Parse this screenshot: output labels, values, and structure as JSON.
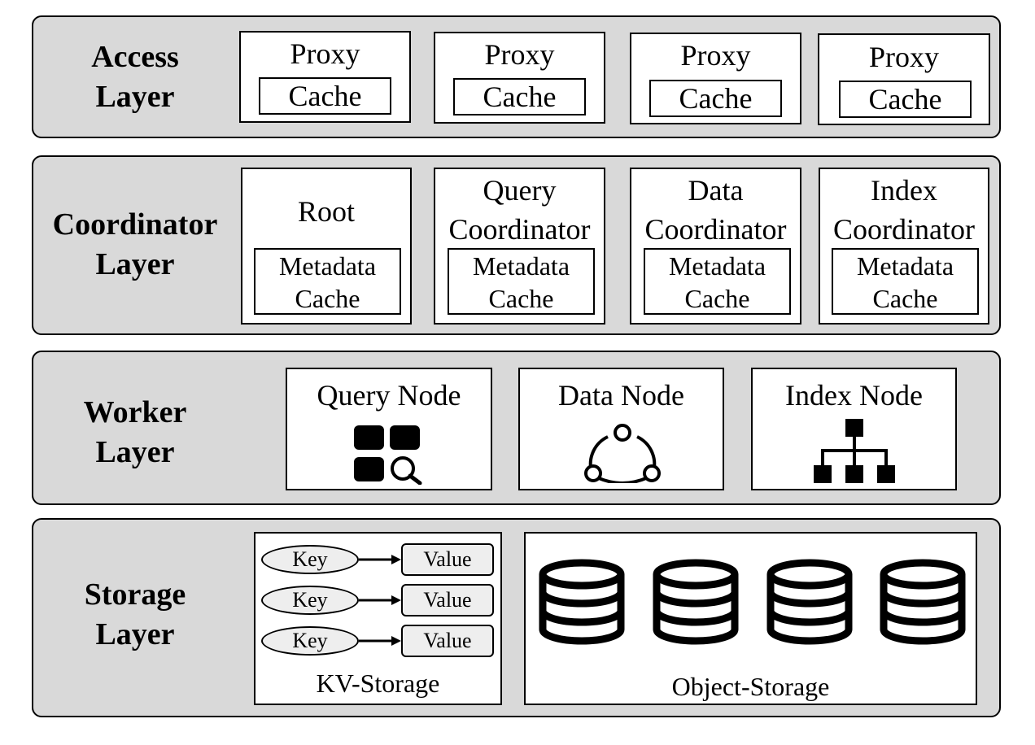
{
  "access_layer": {
    "title_lines": [
      "Access",
      "Layer"
    ],
    "proxies": [
      {
        "label": "Proxy",
        "cache": "Cache"
      },
      {
        "label": "Proxy",
        "cache": "Cache"
      },
      {
        "label": "Proxy",
        "cache": "Cache"
      },
      {
        "label": "Proxy",
        "cache": "Cache"
      }
    ]
  },
  "coordinator_layer": {
    "title_lines": [
      "Coordinator",
      "Layer"
    ],
    "coordinators": [
      {
        "lines": [
          "Root"
        ],
        "cache_lines": [
          "Metadata",
          "Cache"
        ]
      },
      {
        "lines": [
          "Query",
          "Coordinator"
        ],
        "cache_lines": [
          "Metadata",
          "Cache"
        ]
      },
      {
        "lines": [
          "Data",
          "Coordinator"
        ],
        "cache_lines": [
          "Metadata",
          "Cache"
        ]
      },
      {
        "lines": [
          "Index",
          "Coordinator"
        ],
        "cache_lines": [
          "Metadata",
          "Cache"
        ]
      }
    ]
  },
  "worker_layer": {
    "title_lines": [
      "Worker",
      "Layer"
    ],
    "nodes": [
      {
        "label": "Query Node",
        "icon": "query-grid-search-icon"
      },
      {
        "label": "Data Node",
        "icon": "data-cycle-icon"
      },
      {
        "label": "Index Node",
        "icon": "index-hierarchy-icon"
      }
    ]
  },
  "storage_layer": {
    "title_lines": [
      "Storage",
      "Layer"
    ],
    "kv_storage": {
      "label": "KV-Storage",
      "pairs": [
        {
          "key": "Key",
          "value": "Value"
        },
        {
          "key": "Key",
          "value": "Value"
        },
        {
          "key": "Key",
          "value": "Value"
        }
      ]
    },
    "object_storage": {
      "label": "Object-Storage",
      "icon": "database-cylinder-icon",
      "count": 4
    }
  }
}
